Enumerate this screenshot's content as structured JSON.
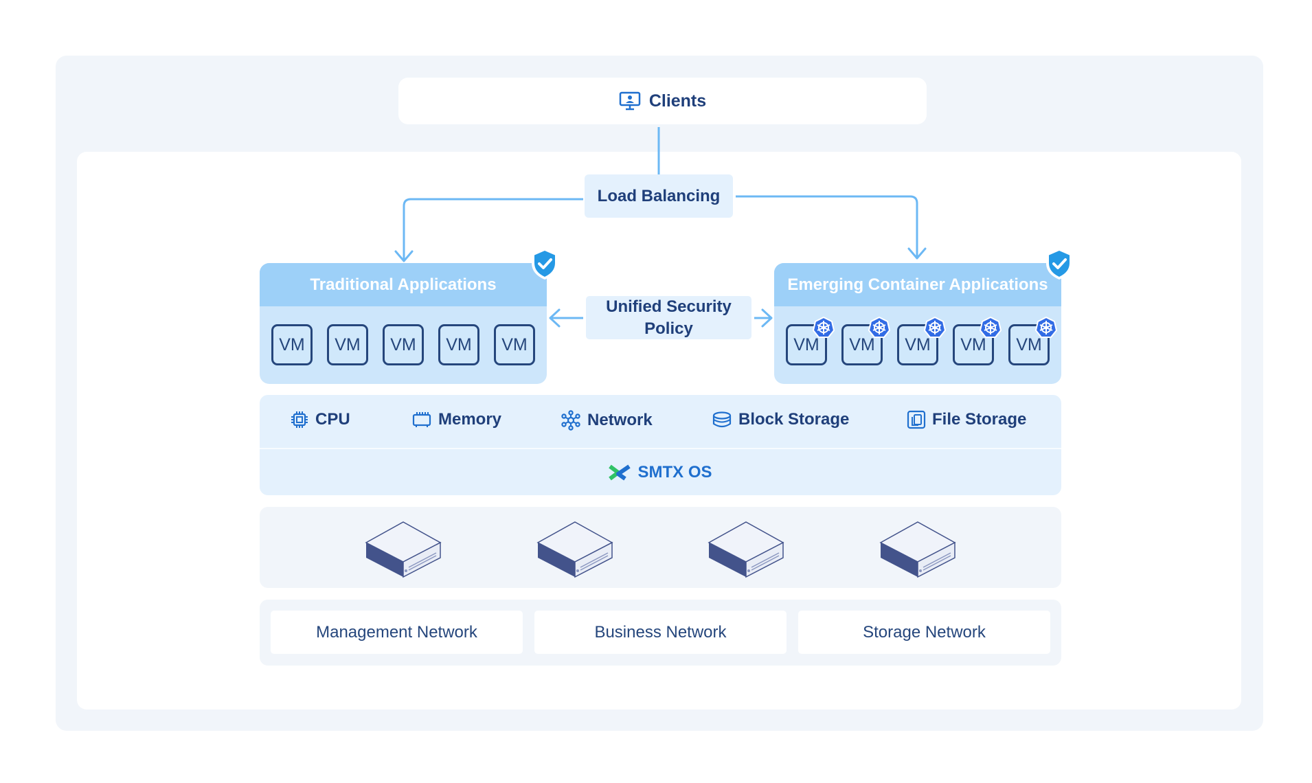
{
  "clients": {
    "label": "Clients",
    "icon": "monitor-user-icon"
  },
  "load_balancing": {
    "label": "Load Balancing"
  },
  "policy": {
    "line1": "Unified Security",
    "line2": "Policy"
  },
  "traditional": {
    "title": "Traditional Applications",
    "vms": [
      "VM",
      "VM",
      "VM",
      "VM",
      "VM"
    ]
  },
  "container": {
    "title": "Emerging Container Applications",
    "vms": [
      "VM",
      "VM",
      "VM",
      "VM",
      "VM"
    ]
  },
  "resources": {
    "items": [
      {
        "label": "CPU",
        "icon": "cpu-icon"
      },
      {
        "label": "Memory",
        "icon": "memory-icon"
      },
      {
        "label": "Network",
        "icon": "network-icon"
      },
      {
        "label": "Block Storage",
        "icon": "block-storage-icon"
      },
      {
        "label": "File Storage",
        "icon": "file-storage-icon"
      }
    ],
    "os": "SMTX OS"
  },
  "networks": [
    "Management Network",
    "Business Network",
    "Storage Network"
  ],
  "colors": {
    "accent": "#1f6fce",
    "text": "#1f3f7a",
    "app_header": "#9dd0f8",
    "app_body": "#cde6fb",
    "panel": "#e4f1fd",
    "arrow": "#6cb8f4",
    "shield": "#2599e5",
    "k8s": "#326ce5",
    "smtx_green": "#2fc266"
  }
}
